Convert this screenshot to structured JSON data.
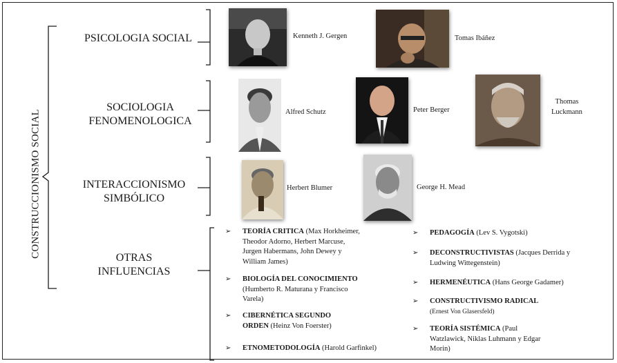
{
  "title": "CONSTRUCCIONISMO SOCIAL",
  "categories": {
    "psicologia": [
      "PSICOLOGIA SOCIAL"
    ],
    "sociologia": [
      "SOCIOLOGIA",
      "FENOMENOLOGICA"
    ],
    "interaccionismo": [
      "INTERACCIONISMO",
      "SIMBÓLICO"
    ],
    "otras": [
      "OTRAS",
      "INFLUENCIAS"
    ]
  },
  "people": {
    "gergen": "Kenneth J. Gergen",
    "ibanez": "Tomas Ibáñez",
    "schutz": "Alfred Schutz",
    "berger": "Peter Berger",
    "luckmann": [
      "Thomas",
      "Luckmann"
    ],
    "blumer": "Herbert Blumer",
    "mead": "George H. Mead"
  },
  "influences": {
    "left": [
      {
        "bold": "TEORÍA CRITICA",
        "lines": [
          "TEORÍA CRITICA (Max Horkheimer,",
          "Theodor Adorno, Herbert Marcuse,",
          "Jurgen Habermans, John Dewey y",
          "William James)"
        ],
        "rest": [
          " (Max Horkheimer,",
          "Theodor Adorno, Herbert Marcuse,",
          "Jurgen Habermans, John Dewey y",
          "William James)"
        ]
      },
      {
        "bold": "BIOLOGÍA DEL CONOCIMIENTO",
        "rest": [
          "",
          "(Humberto R. Maturana y Francisco",
          "Varela)"
        ]
      },
      {
        "bold": "CIBERNÉTICA SEGUNDO",
        "bold2": "ORDEN",
        "rest": [
          " (Heinz Von Foerster)"
        ]
      },
      {
        "bold": "ETNOMETODOLOGÍA",
        "rest": [
          " (Harold Garfinkel)"
        ]
      }
    ],
    "right": [
      {
        "bold": "PEDAGOGÍA",
        "rest": [
          " (Lev S. Vygotski)"
        ]
      },
      {
        "bold": "DECONSTRUCTIVISTAS",
        "rest": [
          " (Jacques Derrida y",
          "Ludwing Wittegenstein)"
        ]
      },
      {
        "bold": "HERMENÉUTICA",
        "rest": [
          " (Hans George Gadamer)"
        ]
      },
      {
        "bold": "CONSTRUCTIVISMO RADICAL",
        "rest": [
          "",
          "(Ernest Von Glasersfeld)"
        ]
      },
      {
        "bold": "TEORÍA SISTÉMICA",
        "rest": [
          "  (Paul",
          "Watzlawick, Niklas Luhmann y Edgar",
          "Morin)"
        ]
      }
    ]
  },
  "arrow": "➢"
}
